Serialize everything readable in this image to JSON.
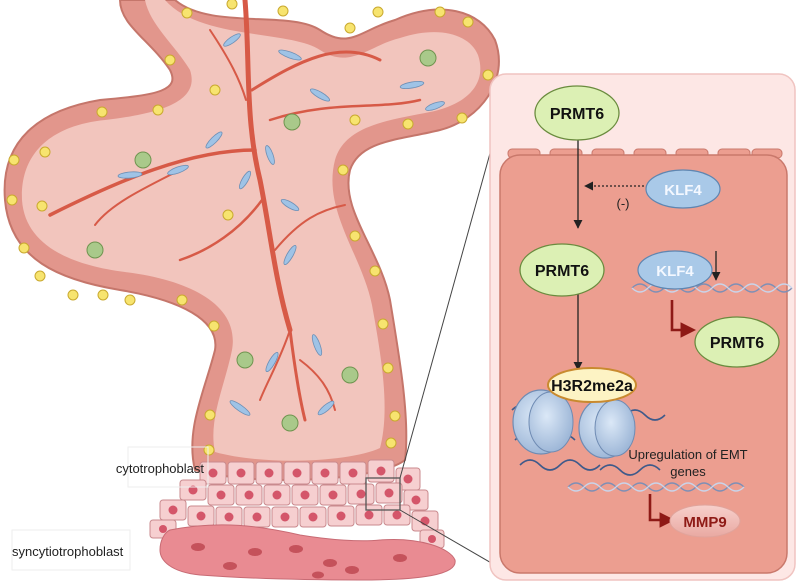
{
  "labels": {
    "cytotrophoblast": "cytotrophoblast",
    "syncytiotrophoblast": "syncytiotrophoblast"
  },
  "nodes": {
    "prmt6_top": "PRMT6",
    "klf4_top": "KLF4",
    "inhibition": "(-)",
    "prmt6_mid": "PRMT6",
    "klf4_mid": "KLF4",
    "prmt6_target": "PRMT6",
    "h3r2me2a": "H3R2me2a",
    "emt_line1": "Upregulation of EMT",
    "emt_line2": "genes",
    "mmp9": "MMP9"
  },
  "colors": {
    "villus_outer": "#e2968c",
    "villus_inner": "#f2c5bd",
    "vessel": "#d75a47",
    "yellow_cell": "#f7e46f",
    "cell_panel": "#ec9e90",
    "panel_bg": "#fde7e5",
    "green_node": "#dcf0b4",
    "blue_node": "#a9c9e8",
    "h3_node": "#fdf3c4",
    "dark_red_arrow": "#8e1a16"
  }
}
